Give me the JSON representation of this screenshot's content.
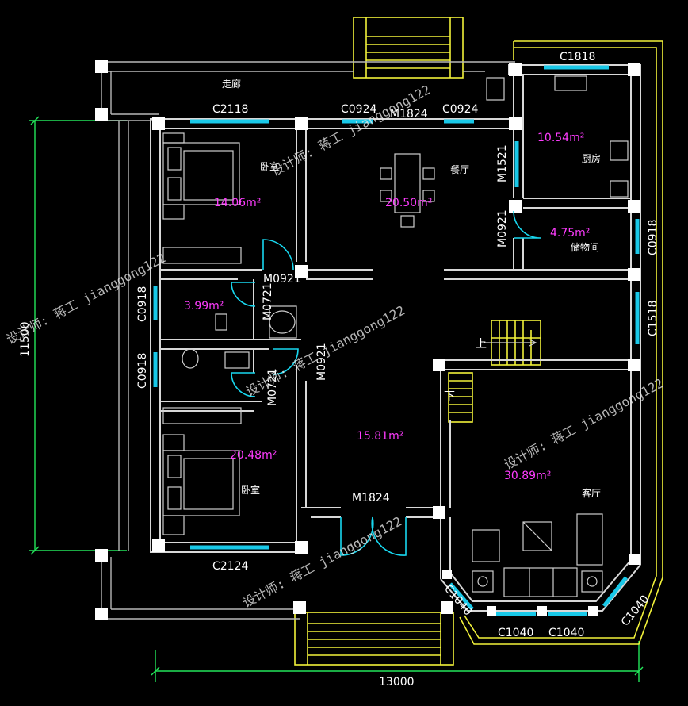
{
  "plan": {
    "labels": {
      "corridor": "走廊",
      "bedroom_top": "卧室",
      "bedroom_bottom": "卧室",
      "dining": "餐厅",
      "kitchen": "厨房",
      "storage": "储物间",
      "living": "客厅",
      "stair_up": "上",
      "stair_down": "下"
    },
    "areas": {
      "bedroom_top": "14.06m²",
      "dining": "20.50m²",
      "kitchen": "10.54m²",
      "storage": "4.75m²",
      "bath_top": "3.99m²",
      "hall": "15.81m²",
      "bedroom_bottom": "20.48m²",
      "living": "30.89m²"
    },
    "openings": {
      "c2118": "C2118",
      "c0924_a": "C0924",
      "m1824_top": "M1824",
      "c0924_b": "C0924",
      "c1818": "C1818",
      "m1521": "M1521",
      "m0921_storage": "M0921",
      "c0918_storage": "C0918",
      "m0921_bath": "M0921",
      "m0721_a": "M0721",
      "c0918_bath_a": "C0918",
      "c1518": "C1518",
      "c0918_bath_b": "C0918",
      "m0921_hall": "M0921",
      "m0721_b": "M0721",
      "m1824_entry": "M1824",
      "c2124": "C2124",
      "c1040_a": "C1040",
      "c1040_b": "C1040",
      "c1040_c": "C1040",
      "c1040_d": "C1040"
    },
    "dimensions": {
      "total_width": "13000",
      "total_height": "11500"
    },
    "watermark": "设计师: 蒋工 jianggong122",
    "colors": {
      "background": "#000000",
      "wall": "#d8d8d8",
      "window": "#18c8e8",
      "area_text": "#ff3cff",
      "dimension_line": "#23e65a",
      "stair": "#f2f23a"
    }
  }
}
